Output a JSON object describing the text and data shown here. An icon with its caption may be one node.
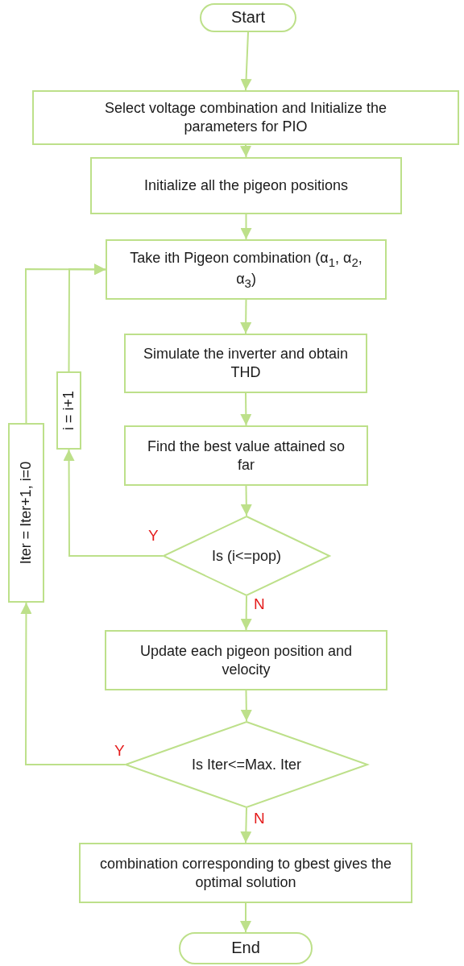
{
  "diagram": {
    "nodes": [
      {
        "text": [
          "Start"
        ]
      },
      {
        "text": [
          "Select voltage combination and Initialize the parameters for PIO"
        ]
      },
      {
        "text": [
          "Initialize all the pigeon positions"
        ]
      },
      {
        "text": [
          "Take ith Pigeon combination (α$_{1}$, α$_{2}$, α$_{3}$)"
        ]
      },
      {
        "text": [
          "Simulate the inverter and obtain THD"
        ]
      },
      {
        "text": [
          "Find the best value attained so far"
        ]
      },
      {
        "text": [
          "i = i+1"
        ]
      },
      {
        "text": [
          "Iter = Iter+1, i=0"
        ]
      },
      {
        "text": [
          "Is (i<=pop)"
        ]
      },
      {
        "text": [
          "Update each pigeon position and velocity"
        ]
      },
      {
        "text": [
          "Is Iter<=Max. Iter"
        ]
      },
      {
        "text": [
          "combination corresponding to gbest gives the optimal solution"
        ]
      },
      {
        "text": [
          "End"
        ]
      }
    ],
    "edges": [
      {
        "from": 0,
        "to": 1,
        "arrow": "to"
      },
      {
        "from": 1,
        "to": 2,
        "arrow": "to"
      },
      {
        "from": 2,
        "to": 3,
        "arrow": "to"
      },
      {
        "from": 3,
        "to": 4,
        "arrow": "to"
      },
      {
        "from": 4,
        "to": 5,
        "arrow": "to"
      },
      {
        "from": 5,
        "to": 8,
        "arrow": "to"
      },
      {
        "from": 8,
        "to": 6,
        "arrow": "to",
        "label": "Y"
      },
      {
        "from": 6,
        "to": 3,
        "arrow": "to"
      },
      {
        "from": 8,
        "to": 9,
        "arrow": "to",
        "label": "N"
      },
      {
        "from": 9,
        "to": 10,
        "arrow": "to"
      },
      {
        "from": 10,
        "to": 7,
        "arrow": "to",
        "label": "Y"
      },
      {
        "from": 7,
        "to": 3,
        "arrow": "to"
      },
      {
        "from": 10,
        "to": 11,
        "arrow": "to",
        "label": "N"
      },
      {
        "from": 11,
        "to": 12,
        "arrow": "to"
      }
    ]
  }
}
